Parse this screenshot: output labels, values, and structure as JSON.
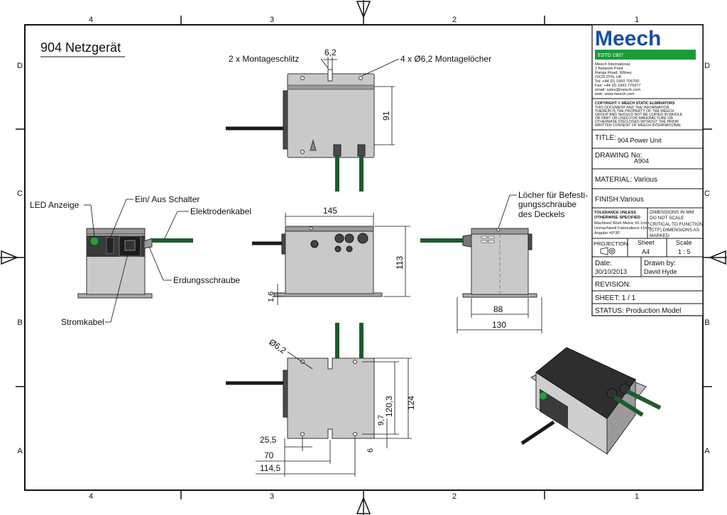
{
  "drawing": {
    "title": "904 Netzgerät",
    "grid_cols_top": [
      "4",
      "3",
      "2",
      "1"
    ],
    "grid_cols_bottom": [
      "4",
      "3",
      "2",
      "1"
    ],
    "grid_rows_left": [
      "D",
      "C",
      "B",
      "A"
    ],
    "grid_rows_right": [
      "D",
      "C",
      "B",
      "A"
    ]
  },
  "labels": {
    "mount_slots": "2 x Montageschlitz",
    "mount_holes": "4 x Ø6,2 Montagelöcher",
    "led": "LED Anzeige",
    "switch": "Ein/ Aus Schalter",
    "electrode_cable": "Elektrodenkabel",
    "ground_screw": "Erdungsschraube",
    "power_cable": "Stromkabel",
    "cover_holes_1": "Löcher für Befesti-",
    "cover_holes_2": "gungsschraube",
    "cover_holes_3": "des Deckels"
  },
  "dimensions": {
    "slot_width": "6,2",
    "top_height": "91",
    "front_width": "145",
    "front_height": "113",
    "base_thickness": "1,6",
    "side_inner": "88",
    "side_outer": "130",
    "hole_dia": "Ø6,2",
    "d_255": "25,5",
    "d_70": "70",
    "d_1145": "114,5",
    "d_1203": "120,3",
    "d_124": "124",
    "d_97": "9,7",
    "d_6": "6"
  },
  "title_block": {
    "company": "Meech",
    "tagline": "ESTD 1907",
    "address": [
      "Meech International",
      "2 Network Point",
      "Range Road, Witney",
      "OX29 0YN, UK",
      "Tel: +44 (0) 1993 706700",
      "Fax: +44 (0) 1993 776977",
      "email: sales@meech.com",
      "web: www.meech.com"
    ],
    "copyright_head": "COPYRIGHT © MEECH STATIC ELIMINATORS",
    "copyright": [
      "THIS DOCUMENT AND THE INFORMATION",
      "THEREIN IS THE PROPERTY OF THE MEECH",
      "GROUP AND SHOULD NOT BE COPIED IN WHOLE",
      "OR PART OR USED FOR MANUFACTURE OR",
      "OTHERWISE DISCLOSED WITHOUT THE PRIOR",
      "WRITTEN CONSENT OF MEECH INTERNATIONAL"
    ],
    "title_label": "TITLE:",
    "title_value": "904 Power Unit",
    "drawing_no_label": "DRAWING No:",
    "drawing_no_value": "A904",
    "material": "MATERIAL: Various",
    "finish": "FINISH:Various",
    "tolerance": [
      "TOLERANCE UNLESS",
      "OTHERWISE SPECIFIED",
      "Machined Work Metric ±0.1mm",
      "Unmachined Fabrications ±1mm",
      "Angular ±0°30'"
    ],
    "dims_note": [
      "DIMENSIONS IN MM",
      "DO NOT SCALE",
      "CRITICAL TO FUNCTION",
      "(CTF) DIMENSIONS AS",
      "MARKED"
    ],
    "projection_label": "PROJECTION",
    "sheet_label": "Sheet",
    "sheet_value": "A4",
    "scale_label": "Scale",
    "scale_value": "1 : 5",
    "date_label": "Date:",
    "date_value": "30/10/2013",
    "drawn_label": "Drawn by:",
    "drawn_value": "David Hyde",
    "revision": "REVISION:",
    "sheet_count": "SHEET: 1 / 1",
    "status": "STATUS: Production Model"
  }
}
